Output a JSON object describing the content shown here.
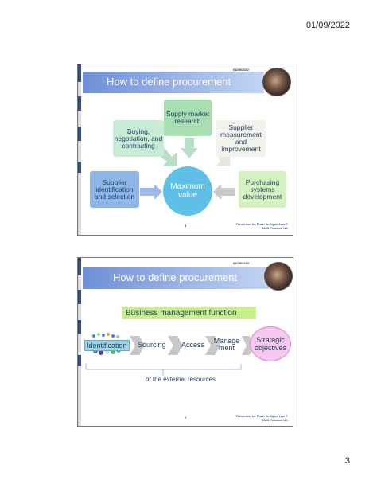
{
  "page": {
    "date": "01/09/2022",
    "number": "3"
  },
  "slide1": {
    "date": "01/09/2022",
    "title": "How to define procurement",
    "center": "Maximum value",
    "boxes": {
      "supply": "Supply market research",
      "buying": "Buying, negotiation, and contracting",
      "supplier_measure": "Supplier measurement and improvement",
      "supplier_ident": "Supplier identification and selection",
      "purchasing": "Purchasing systems development"
    },
    "slide_number": "5",
    "credit_line1": "Presented by Phan Vu Ngoc Lan ©",
    "credit_line2": "2020 Pearson UK"
  },
  "slide2": {
    "date": "01/09/2022",
    "title": "How to define procurement",
    "function_label": "Business management function",
    "steps": [
      "Identification",
      "Sourcing",
      "Access",
      "Manage ment"
    ],
    "strategic": "Strategic objectives",
    "external": "of the external resources",
    "slide_number": "6",
    "credit_line1": "Presented by Phan Vu Ngoc Lan ©",
    "credit_line2": "2020 Pearson UK"
  },
  "colors": {
    "title_bar": "#6f8fd8",
    "supply_box": "#a9ddb2",
    "buying_box": "#c6ecd6",
    "measure_box": "#f2f2ec",
    "ident_box": "#8fb6e8",
    "purchasing_box": "#d4f2c0",
    "center_circle": "#5ec0e6",
    "bmf_band": "#c8f08a",
    "strategic": "#f6c8f0"
  }
}
